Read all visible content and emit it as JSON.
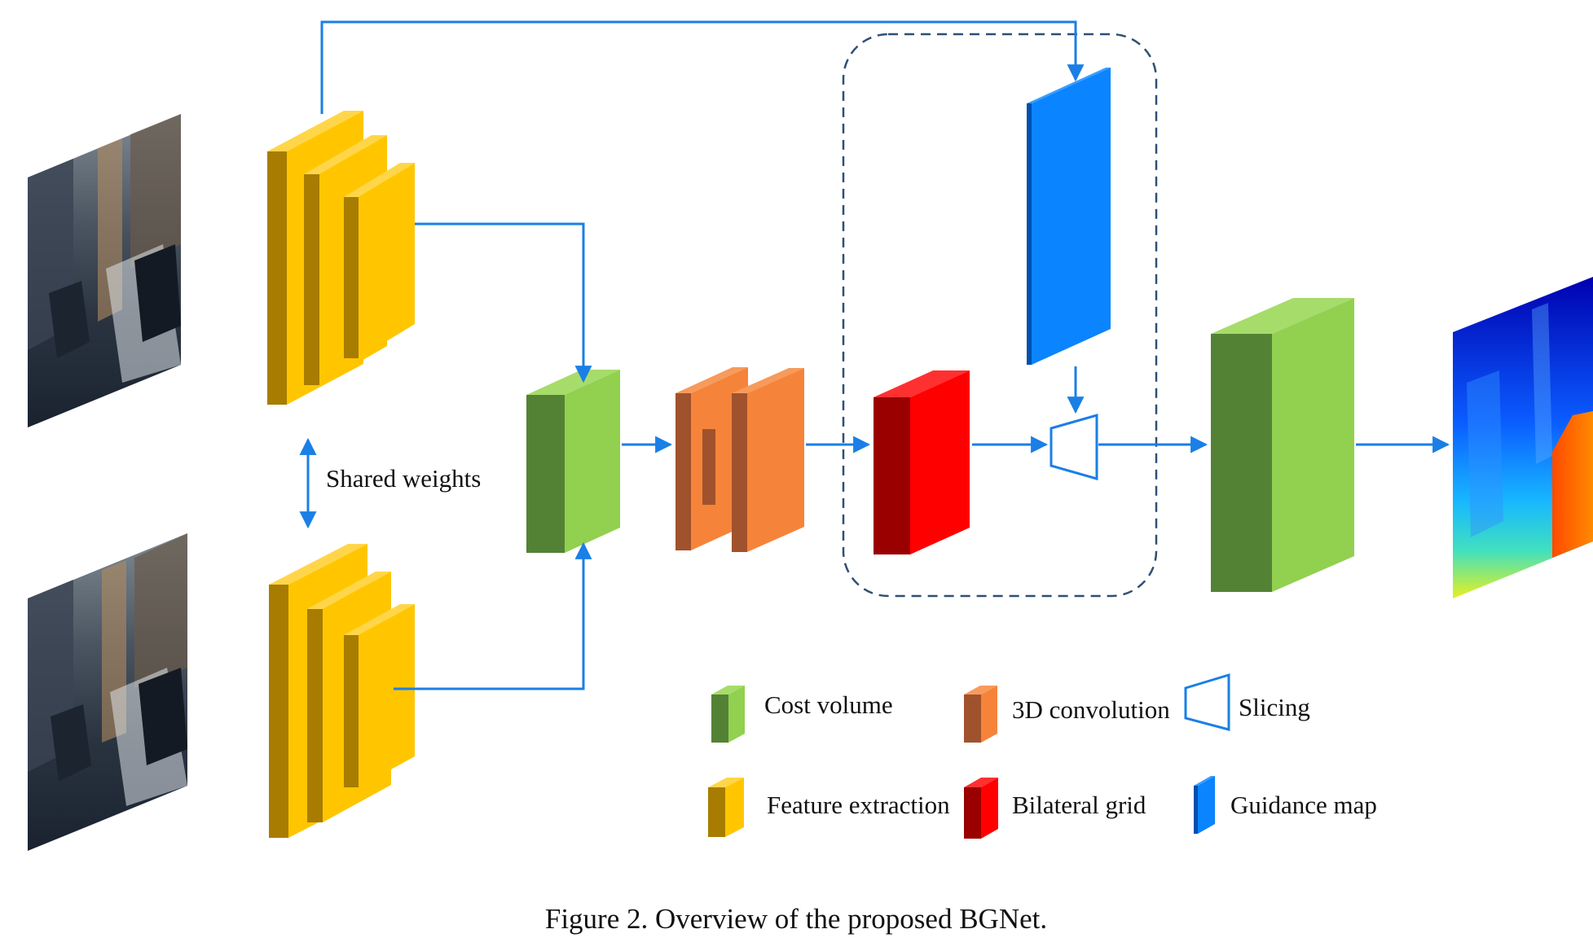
{
  "labels": {
    "shared_weights": "Shared weights"
  },
  "legend": {
    "cost_volume": "Cost volume",
    "conv3d": "3D convolution",
    "slicing": "Slicing",
    "feature_extraction": "Feature extraction",
    "bilateral_grid": "Bilateral grid",
    "guidance_map": "Guidance map"
  },
  "caption": "Figure 2. Overview of the proposed BGNet.",
  "colors": {
    "arrow": "#1a7fe6",
    "feature_front": "#ffc600",
    "feature_side": "#a87c00",
    "cost_front": "#92d050",
    "cost_side": "#548235",
    "conv_front": "#f5843a",
    "conv_side": "#a0522d",
    "grid_front": "#ff0000",
    "grid_side": "#9b0000",
    "guide_front": "#0a84ff",
    "guide_side": "#0050b0",
    "dashed_box": "#2f4f75"
  }
}
